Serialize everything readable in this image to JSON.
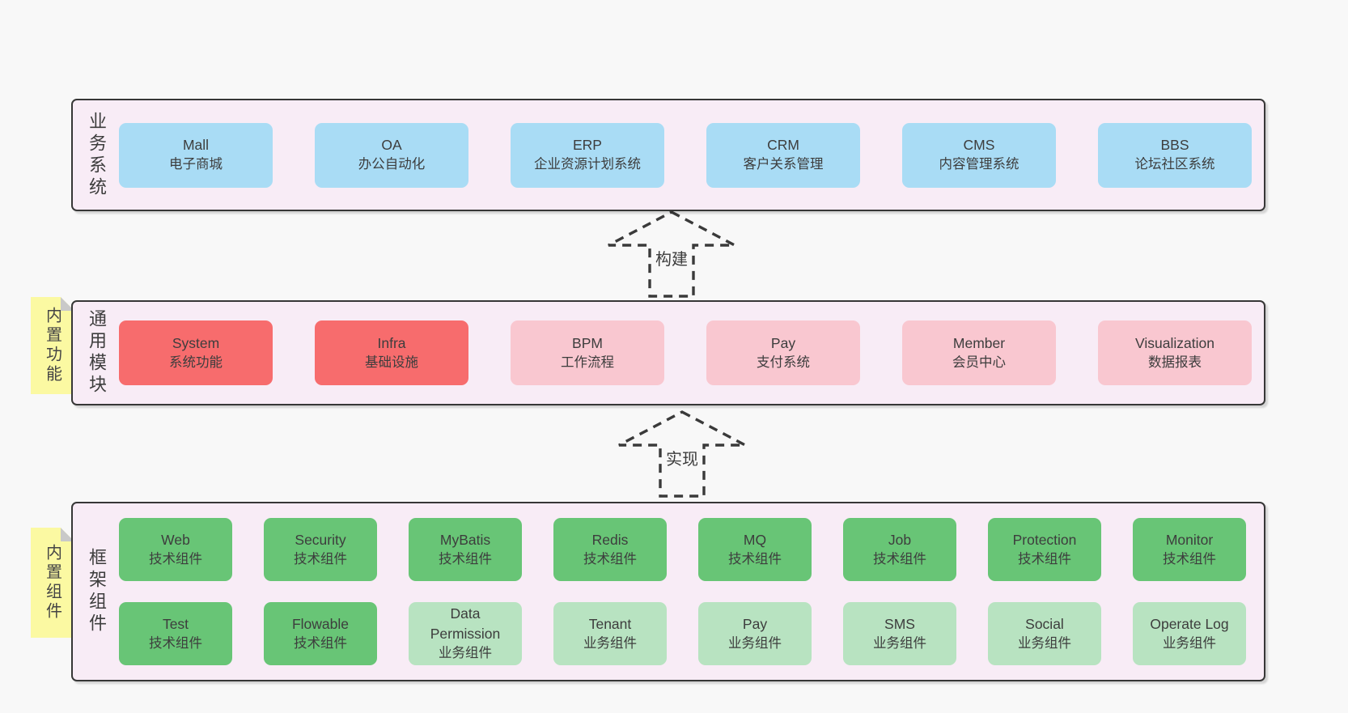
{
  "colors": {
    "page_bg": "#f8f8f8",
    "section_bg": "#f8ecf6",
    "section_border": "#373737",
    "blue_box": "#a9dcf5",
    "red_box": "#f76c6d",
    "pink_box": "#f9c7d0",
    "green_box": "#68c576",
    "light_green_box": "#b8e3c1",
    "sticky_yellow": "#fbf9a2",
    "sticky_fold_gray": "#c9c9c9"
  },
  "arrows": [
    {
      "label": "构建"
    },
    {
      "label": "实现"
    }
  ],
  "sections": [
    {
      "id": "business",
      "label": "业务系统",
      "boxes": [
        {
          "title": "Mall",
          "subtitle": "电子商城"
        },
        {
          "title": "OA",
          "subtitle": "办公自动化"
        },
        {
          "title": "ERP",
          "subtitle": "企业资源计划系统"
        },
        {
          "title": "CRM",
          "subtitle": "客户关系管理"
        },
        {
          "title": "CMS",
          "subtitle": "内容管理系统"
        },
        {
          "title": "BBS",
          "subtitle": "论坛社区系统"
        }
      ]
    },
    {
      "id": "common",
      "label": "通用模块",
      "sticky": "内置功能",
      "boxes": [
        {
          "title": "System",
          "subtitle": "系统功能",
          "color": "red"
        },
        {
          "title": "Infra",
          "subtitle": "基础设施",
          "color": "red"
        },
        {
          "title": "BPM",
          "subtitle": "工作流程",
          "color": "pink"
        },
        {
          "title": "Pay",
          "subtitle": "支付系统",
          "color": "pink"
        },
        {
          "title": "Member",
          "subtitle": "会员中心",
          "color": "pink"
        },
        {
          "title": "Visualization",
          "subtitle": "数据报表",
          "color": "pink"
        }
      ]
    },
    {
      "id": "framework",
      "label": "框架组件",
      "sticky": "内置组件",
      "rows": [
        [
          {
            "title": "Web",
            "subtitle": "技术组件",
            "color": "green"
          },
          {
            "title": "Security",
            "subtitle": "技术组件",
            "color": "green"
          },
          {
            "title": "MyBatis",
            "subtitle": "技术组件",
            "color": "green"
          },
          {
            "title": "Redis",
            "subtitle": "技术组件",
            "color": "green"
          },
          {
            "title": "MQ",
            "subtitle": "技术组件",
            "color": "green"
          },
          {
            "title": "Job",
            "subtitle": "技术组件",
            "color": "green"
          },
          {
            "title": "Protection",
            "subtitle": "技术组件",
            "color": "green"
          },
          {
            "title": "Monitor",
            "subtitle": "技术组件",
            "color": "green"
          }
        ],
        [
          {
            "title": "Test",
            "subtitle": "技术组件",
            "color": "green"
          },
          {
            "title": "Flowable",
            "subtitle": "技术组件",
            "color": "green"
          },
          {
            "title": "Data Permission",
            "subtitle": "业务组件",
            "color": "lightgreen"
          },
          {
            "title": "Tenant",
            "subtitle": "业务组件",
            "color": "lightgreen"
          },
          {
            "title": "Pay",
            "subtitle": "业务组件",
            "color": "lightgreen"
          },
          {
            "title": "SMS",
            "subtitle": "业务组件",
            "color": "lightgreen"
          },
          {
            "title": "Social",
            "subtitle": "业务组件",
            "color": "lightgreen"
          },
          {
            "title": "Operate Log",
            "subtitle": "业务组件",
            "color": "lightgreen"
          }
        ]
      ]
    }
  ]
}
